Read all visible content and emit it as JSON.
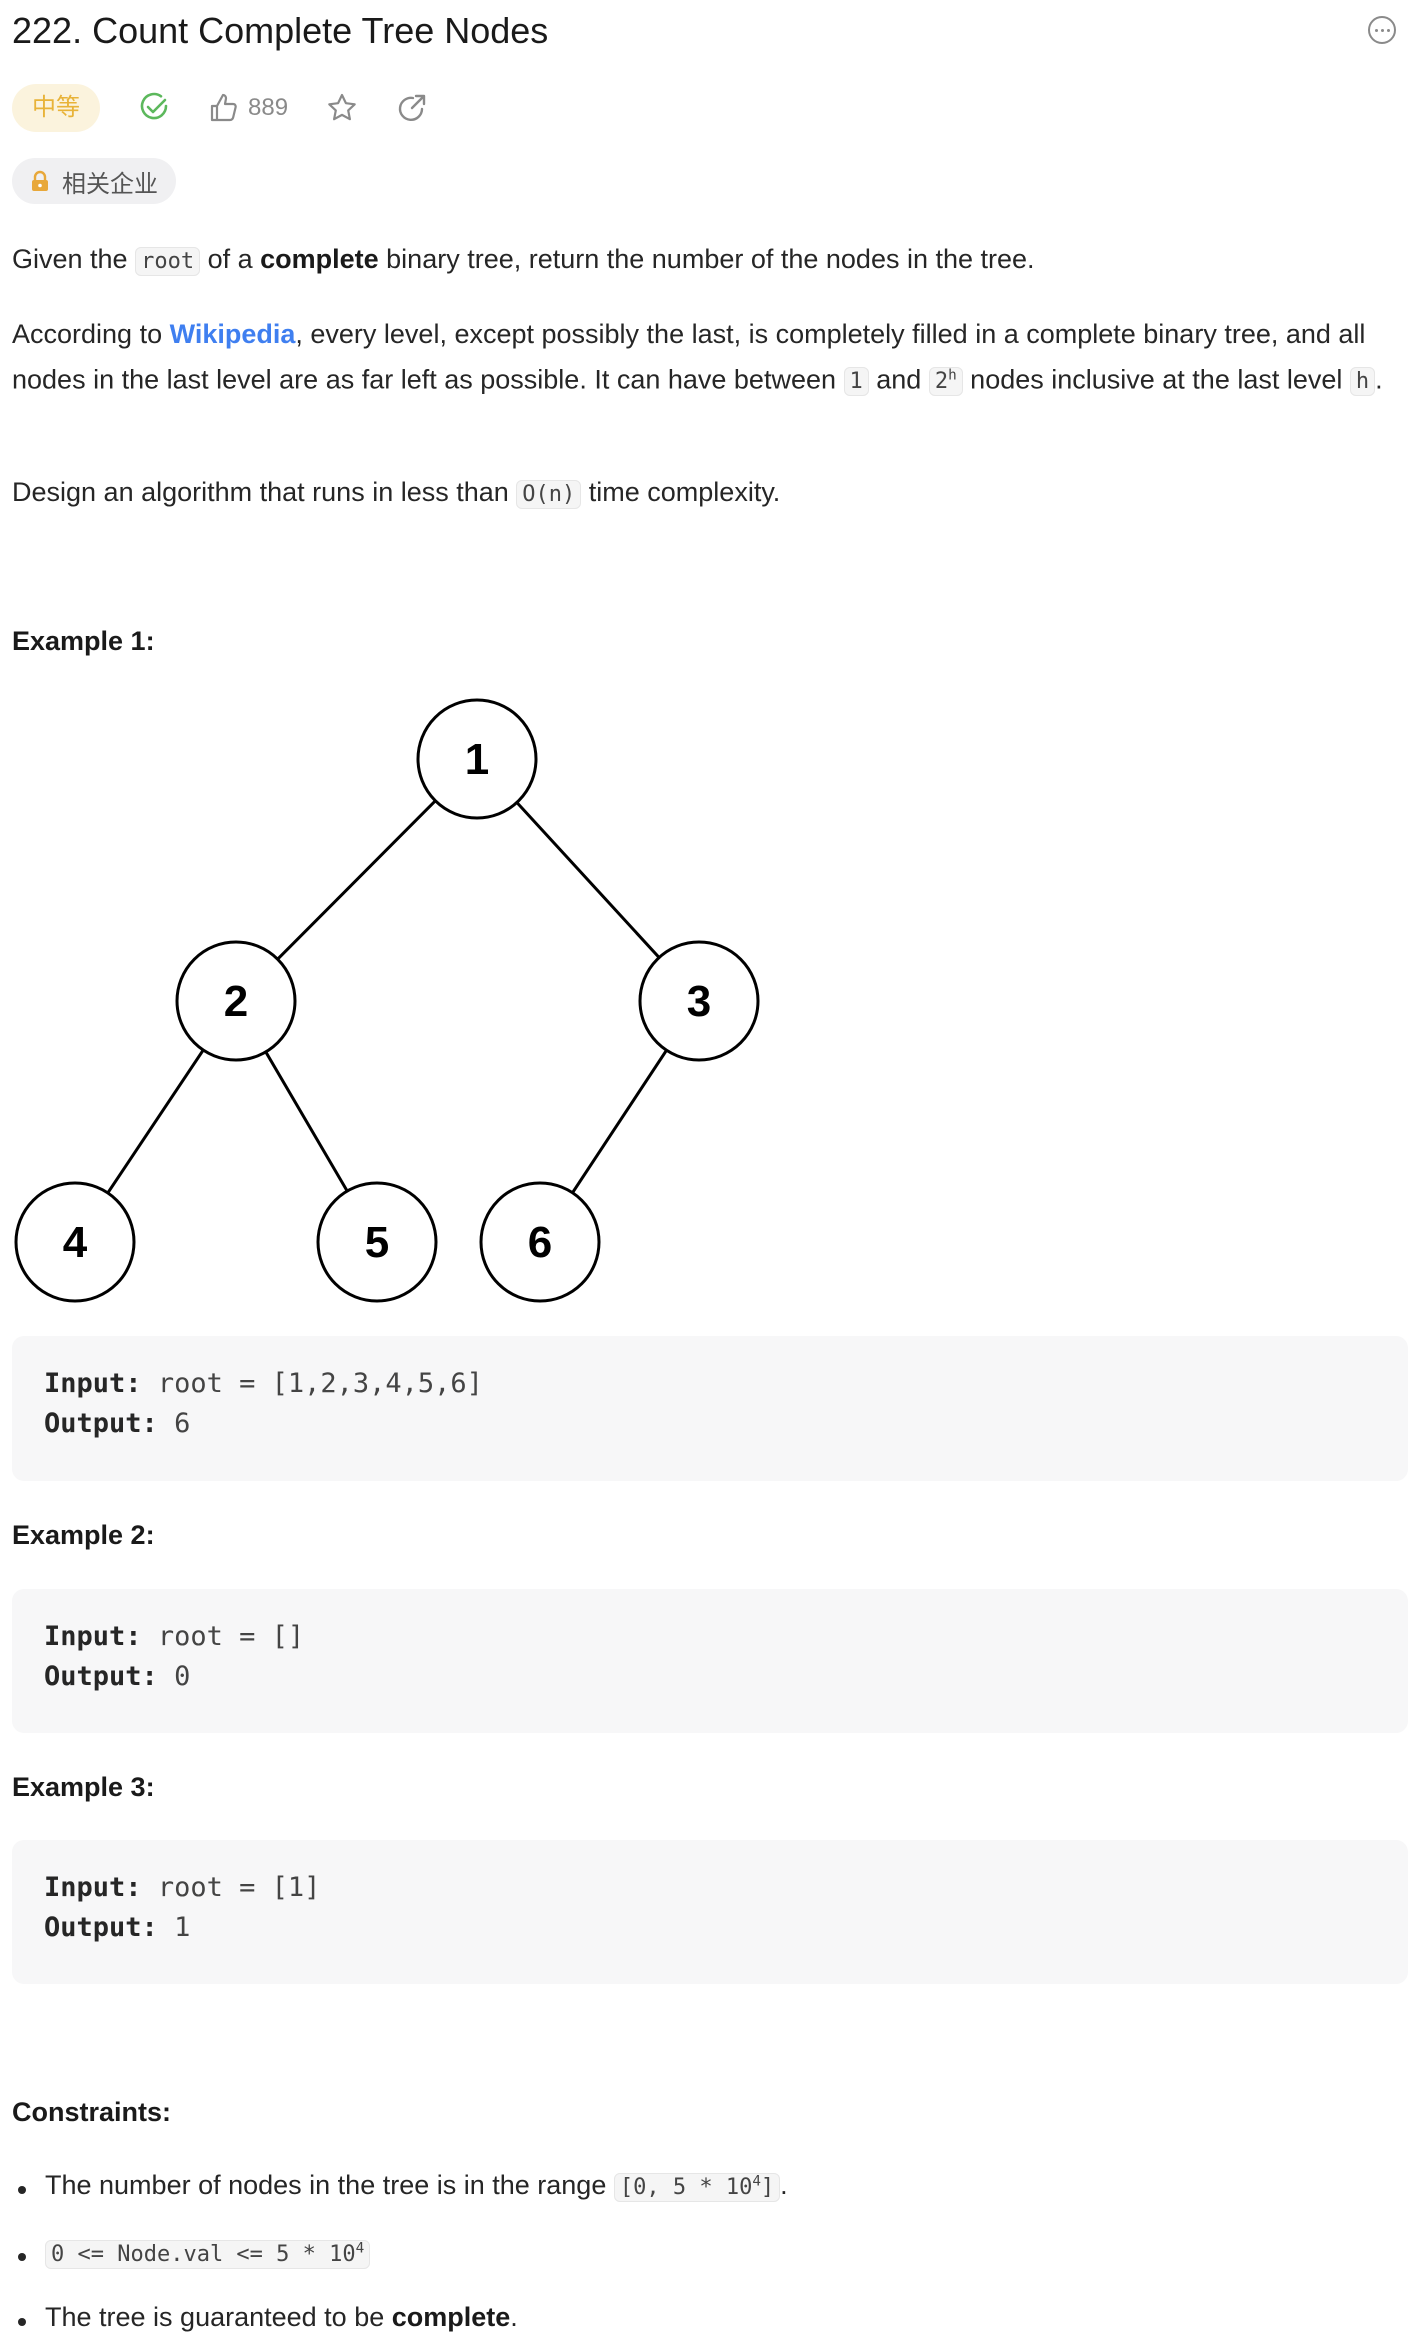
{
  "title": "222. Count Complete Tree Nodes",
  "difficulty": "中等",
  "likes": "889",
  "company_tag": "相关企业",
  "colors": {
    "difficulty": "#e8b339",
    "solved": "#5cb85c",
    "link": "#3f7ff0"
  },
  "description": {
    "p1": {
      "a": "Given the ",
      "code": "root",
      "b": " of a ",
      "bold": "complete",
      "c": " binary tree, return the number of the nodes in the tree."
    },
    "p2": {
      "a": "According to ",
      "link": "Wikipedia",
      "b": ", every level, except possibly the last, is completely filled in a complete binary tree, and all nodes in the last level are as far left as possible. It can have between ",
      "code1": "1",
      "c": " and ",
      "code2_base": "2",
      "code2_sup": "h",
      "d": " nodes inclusive at the last level ",
      "code3": "h",
      "e": "."
    },
    "p3": {
      "a": "Design an algorithm that runs in less than ",
      "code": "O(n)",
      "b": " time complexity."
    }
  },
  "examples": [
    {
      "title": "Example 1:",
      "input_label": "Input:",
      "input": "root = [1,2,3,4,5,6]",
      "output_label": "Output:",
      "output": "6",
      "tree": [
        "1",
        "2",
        "3",
        "4",
        "5",
        "6"
      ]
    },
    {
      "title": "Example 2:",
      "input_label": "Input:",
      "input": "root = []",
      "output_label": "Output:",
      "output": "0"
    },
    {
      "title": "Example 3:",
      "input_label": "Input:",
      "input": "root = [1]",
      "output_label": "Output:",
      "output": "1"
    }
  ],
  "constraints": {
    "title": "Constraints:",
    "c1": {
      "text": "The number of nodes in the tree is in the range ",
      "code": "[0, 5 * 10",
      "sup": "4",
      "code_end": "]",
      "end": "."
    },
    "c2": {
      "code": "0 <= Node.val <= 5 * 10",
      "sup": "4"
    },
    "c3": {
      "text": "The tree is guaranteed to be ",
      "bold": "complete",
      "end": "."
    }
  }
}
